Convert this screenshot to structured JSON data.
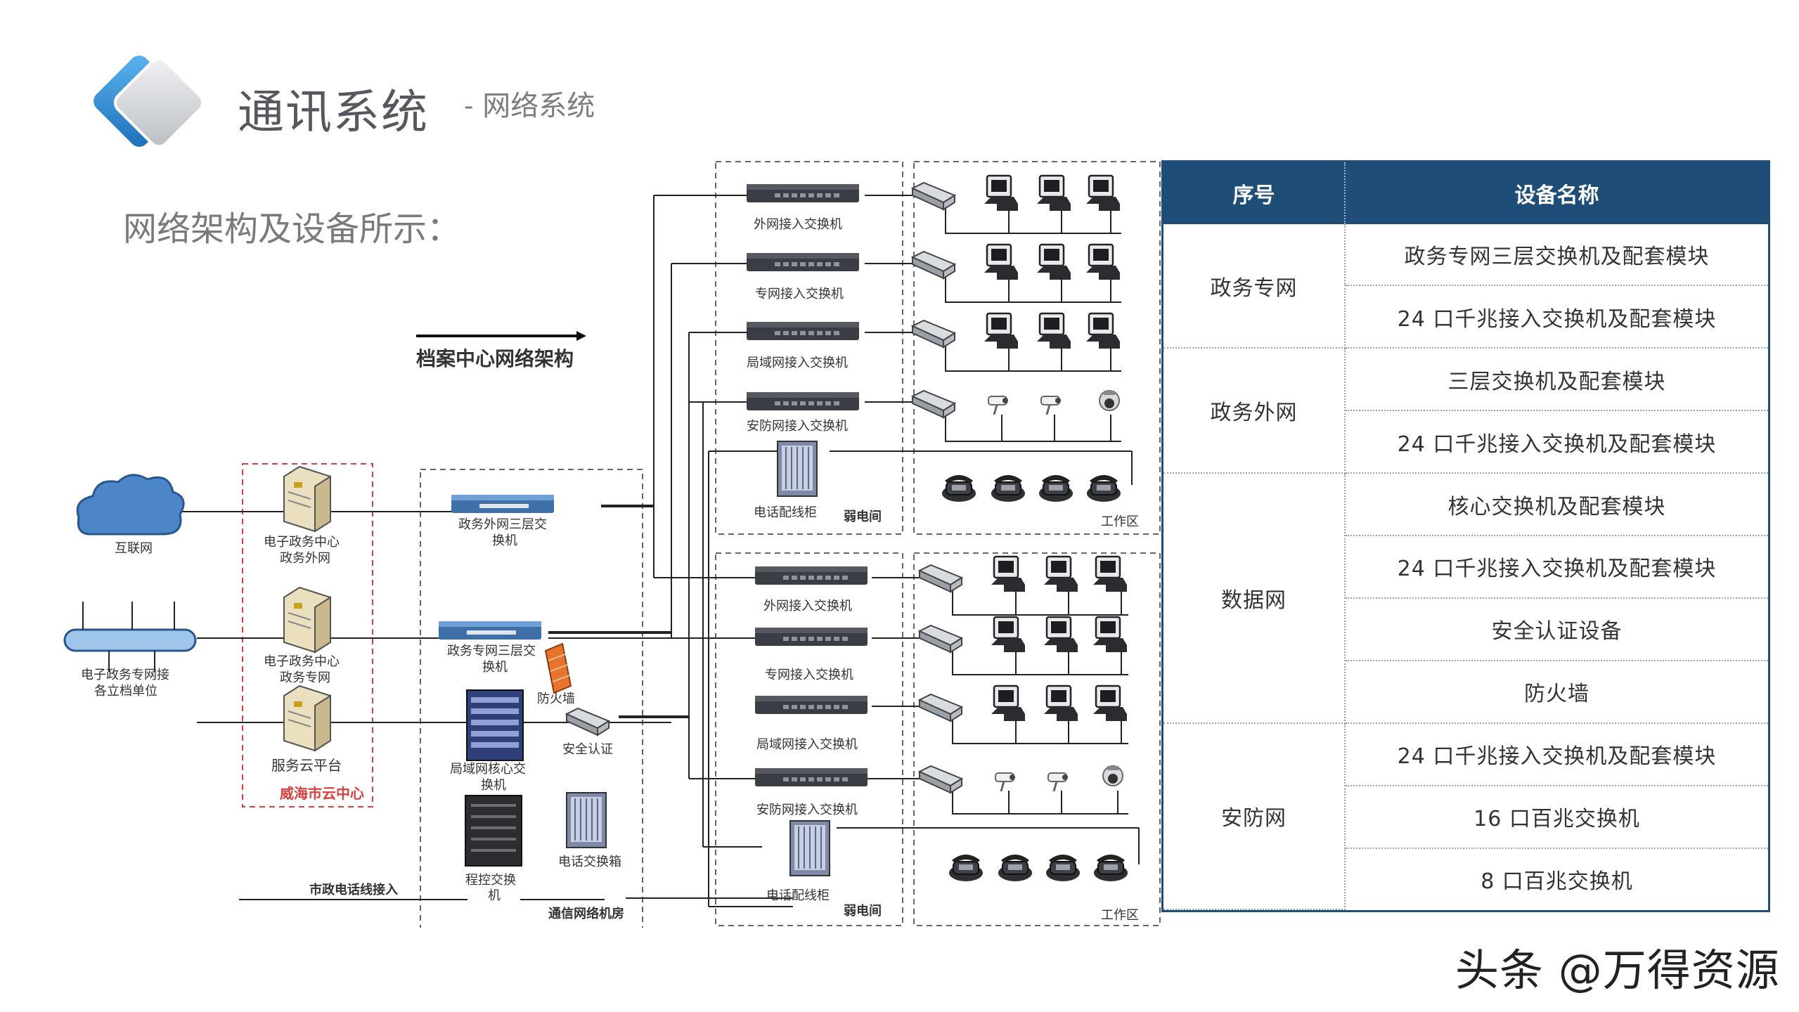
{
  "header": {
    "title": "通讯系统",
    "subtitle": "- 网络系统",
    "intro": "网络架构及设备所示："
  },
  "diagram": {
    "caption": "档案中心网络架构",
    "internet": "互联网",
    "egov_unit_1": "电子政务专网接",
    "egov_unit_2": "各立档单位",
    "cloud_server_out_1": "电子政务中心",
    "cloud_server_out_2": "政务外网",
    "cloud_server_priv_1": "电子政务中心",
    "cloud_server_priv_2": "政务专网",
    "cloud_platform": "服务云平台",
    "cloud_center": "威海市云中心",
    "extranet_l3_1": "政务外网三层交",
    "extranet_l3_2": "换机",
    "private_l3_1": "政务专网三层交",
    "private_l3_2": "换机",
    "firewall": "防火墙",
    "core_switch_1": "局域网核心交",
    "core_switch_2": "换机",
    "auth": "安全认证",
    "pbx_1": "程控交换",
    "pbx_2": "机",
    "phone_box": "电话交换箱",
    "comm_room": "通信网络机房",
    "phone_line": "市政电话线接入",
    "sw_extranet": "外网接入交换机",
    "sw_private": "专网接入交换机",
    "sw_lan": "局域网接入交换机",
    "sw_security": "安防网接入交换机",
    "phone_cabinet": "电话配线柜",
    "weak_room": "弱电间",
    "work_area": "工作区"
  },
  "table": {
    "col_index": "序号",
    "col_name": "设备名称",
    "groups": [
      {
        "category": "政务专网",
        "items": [
          "政务专网三层交换机及配套模块",
          "24 口千兆接入交换机及配套模块"
        ]
      },
      {
        "category": "政务外网",
        "items": [
          "三层交换机及配套模块",
          "24 口千兆接入交换机及配套模块"
        ]
      },
      {
        "category": "数据网",
        "items": [
          "核心交换机及配套模块",
          "24 口千兆接入交换机及配套模块",
          "安全认证设备",
          "防火墙"
        ]
      },
      {
        "category": "安防网",
        "items": [
          "24 口千兆接入交换机及配套模块",
          "16 口百兆交换机",
          "8 口百兆交换机"
        ]
      }
    ]
  },
  "watermark": "头条 @万得资源",
  "colors": {
    "header_blue": "#1e4e78",
    "logo_blue": "#2e8fd6",
    "cloud_red": "#d94040"
  }
}
